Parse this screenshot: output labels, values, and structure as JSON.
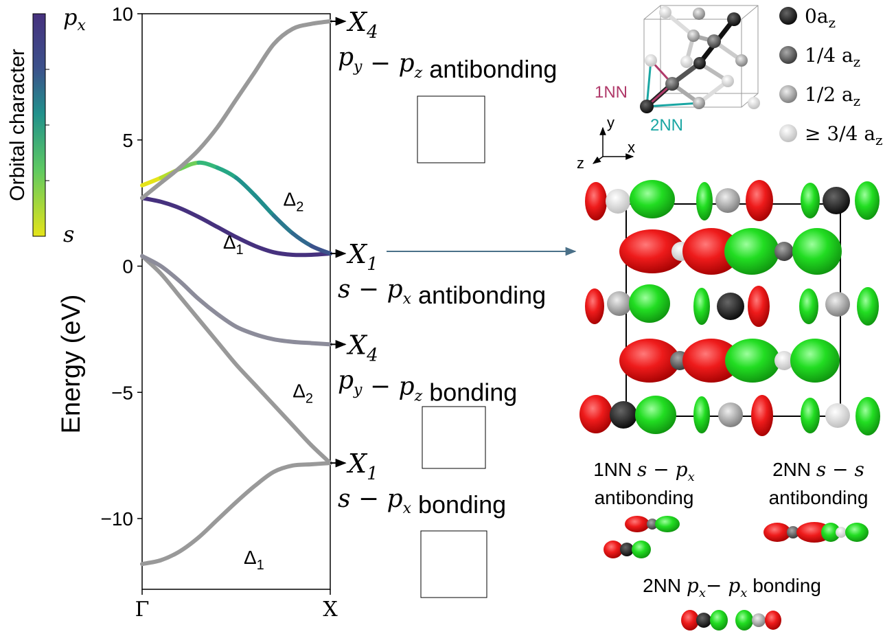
{
  "chart_data": {
    "type": "line",
    "ylabel": "Energy (eV)",
    "x_ticks": [
      "Γ",
      "X"
    ],
    "ylim": [
      -12.9,
      10
    ],
    "y_ticks": [
      10,
      5,
      0,
      -5,
      -10
    ],
    "y_tick_labels": [
      "10",
      "5",
      "0",
      "−5",
      "−10"
    ],
    "colorbar": {
      "label": "Orbital character",
      "top_label": "p",
      "top_label_sub": "x",
      "bottom_label": "s",
      "top_color": "#46317e",
      "bottom_color": "#e5e419"
    },
    "series": [
      {
        "x": [
          0,
          0.1,
          0.2,
          0.3,
          0.4,
          0.5,
          0.6,
          0.7,
          0.8,
          0.9,
          1.0
        ],
        "y": [
          -11.8,
          -11.65,
          -11.3,
          -10.75,
          -10.05,
          -9.35,
          -8.7,
          -8.15,
          -7.9,
          -7.85,
          -7.8
        ],
        "color": "#999999"
      },
      {
        "x": [
          0,
          0.1,
          0.2,
          0.3,
          0.4,
          0.5,
          0.6,
          0.7,
          0.8,
          0.9,
          1.0
        ],
        "y": [
          0.4,
          -0.3,
          -1.2,
          -2.1,
          -3.0,
          -3.9,
          -4.7,
          -5.5,
          -6.3,
          -7.1,
          -7.8
        ],
        "color": "#999999"
      },
      {
        "x": [
          0,
          0.1,
          0.2,
          0.3,
          0.4,
          0.5,
          0.6,
          0.7,
          0.8,
          0.9,
          1.0
        ],
        "y": [
          0.4,
          0.0,
          -0.6,
          -1.3,
          -1.9,
          -2.4,
          -2.7,
          -2.9,
          -3.0,
          -3.05,
          -3.1
        ],
        "color": "#8c8c9a"
      },
      {
        "x": [
          0,
          0.1,
          0.2,
          0.3,
          0.4,
          0.5,
          0.6,
          0.7,
          0.8,
          0.9,
          1.0
        ],
        "y": [
          2.7,
          2.55,
          2.3,
          1.95,
          1.55,
          1.15,
          0.8,
          0.55,
          0.45,
          0.45,
          0.5
        ],
        "color": "#46317e"
      },
      {
        "x": [
          0,
          0.1,
          0.2,
          0.3,
          0.4,
          0.5,
          0.6,
          0.7,
          0.8,
          0.9,
          1.0
        ],
        "y": [
          3.2,
          3.5,
          3.85,
          4.1,
          3.9,
          3.5,
          2.8,
          2.0,
          1.3,
          0.8,
          0.5
        ],
        "colors": [
          "#e5e419",
          "#b5de2b",
          "#6ece58",
          "#35b779",
          "#26a784",
          "#21918c",
          "#218d8c",
          "#2a788e",
          "#31688e",
          "#3b528b",
          "#46317e"
        ]
      },
      {
        "x": [
          0,
          0.1,
          0.2,
          0.3,
          0.4,
          0.5,
          0.6,
          0.7,
          0.8,
          0.9,
          1.0
        ],
        "y": [
          2.7,
          3.3,
          3.9,
          4.6,
          5.5,
          6.6,
          7.7,
          8.8,
          9.4,
          9.6,
          9.7
        ],
        "color": "#999999"
      }
    ],
    "band_labels": [
      {
        "text": "Δ",
        "sub": "2",
        "x": 0.75,
        "y": 2.4
      },
      {
        "text": "Δ",
        "sub": "1",
        "x": 0.43,
        "y": 0.7
      },
      {
        "text": "Δ",
        "sub": "2",
        "x": 0.8,
        "y": -5.2
      },
      {
        "text": "Δ",
        "sub": "1",
        "x": 0.54,
        "y": -11.8
      }
    ],
    "point_labels": [
      {
        "letter": "X",
        "sub": "4",
        "y": 9.7,
        "desc": [
          {
            "t": "p",
            "it": true
          },
          {
            "t": "y",
            "sub": true
          },
          {
            "t": " − "
          },
          {
            "t": "p",
            "it": true
          },
          {
            "t": "z",
            "sub": true
          },
          {
            "t": " antibonding",
            "sans": true
          }
        ]
      },
      {
        "letter": "X",
        "sub": "1",
        "y": 0.5,
        "desc": [
          {
            "t": "s",
            "it": true
          },
          {
            "t": " − "
          },
          {
            "t": "p",
            "it": true
          },
          {
            "t": "x",
            "sub": true
          },
          {
            "t": " antibonding",
            "sans": true
          }
        ]
      },
      {
        "letter": "X",
        "sub": "4",
        "y": -3.1,
        "desc": [
          {
            "t": "p",
            "it": true
          },
          {
            "t": "y",
            "sub": true
          },
          {
            "t": " − "
          },
          {
            "t": "p",
            "it": true
          },
          {
            "t": "z",
            "sub": true
          },
          {
            "t": " bonding",
            "sans": true
          }
        ]
      },
      {
        "letter": "X",
        "sub": "1",
        "y": -7.8,
        "desc": [
          {
            "t": "s",
            "it": true
          },
          {
            "t": " − "
          },
          {
            "t": "p",
            "it": true
          },
          {
            "t": "x",
            "sub": true
          },
          {
            "t": " bonding",
            "sans": true
          }
        ]
      }
    ]
  },
  "crystal": {
    "nn1_label": "1NN",
    "nn2_label": "2NN",
    "nn1_color": "#b03a6a",
    "nn2_color": "#1aa6a3",
    "axes": {
      "y": "y",
      "x": "x",
      "z": "z"
    },
    "legend": [
      {
        "label": "0a",
        "sub": "z",
        "color": "#111111"
      },
      {
        "label": "1/4 a",
        "sub": "z",
        "color": "#555555"
      },
      {
        "label": "1/2 a",
        "sub": "z",
        "color": "#999999"
      },
      {
        "label": "≥ 3/4 a",
        "sub": "z",
        "color": "#e0e0e0"
      }
    ]
  },
  "orbital_labels": {
    "nn1_title": "1NN ",
    "nn1_math": "s − p",
    "nn1_sub": "x",
    "nn1_line2": "antibonding",
    "nn2_title": "2NN ",
    "nn2_math": "s − s",
    "nn2_line2": "antibonding",
    "pp_title": "2NN ",
    "pp_math1": "p",
    "pp_sub1": "x",
    "pp_math2": "− p",
    "pp_sub2": "x",
    "pp_tail": " bonding"
  },
  "colors": {
    "lobe_red": "#ee1b1b",
    "lobe_green": "#22dd22",
    "arrow": "#4a7088"
  }
}
